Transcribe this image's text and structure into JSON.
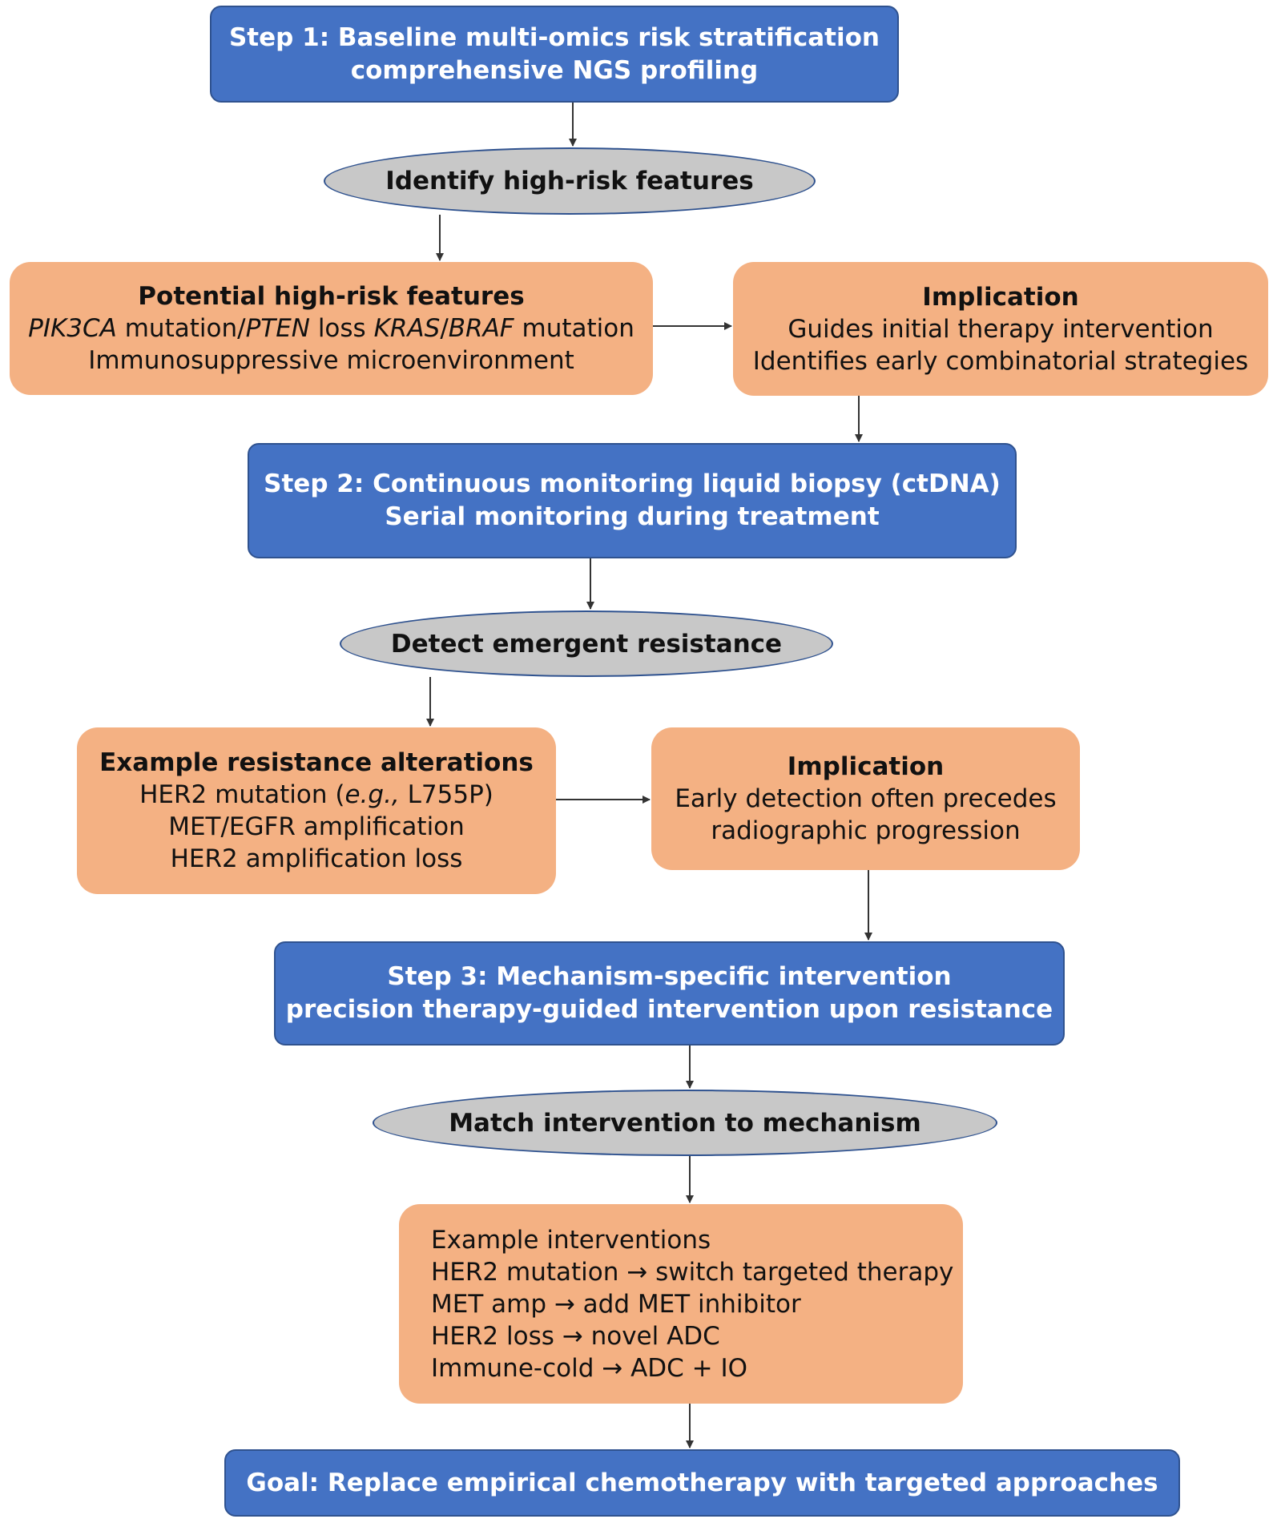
{
  "step1": {
    "line1": "Step 1: Baseline multi-omics risk stratification",
    "line2": "comprehensive NGS profiling"
  },
  "oval1": "Identify high-risk features",
  "features": {
    "title": "Potential high-risk features",
    "gene1": "PIK3CA",
    "t1": " mutation/",
    "gene2": "PTEN",
    "t2": " loss ",
    "gene3": "KRAS",
    "t3": "/",
    "gene4": "BRAF",
    "t4": " mutation",
    "line3": "Immunosuppressive microenvironment"
  },
  "implication1": {
    "title": "Implication",
    "line1": "Guides initial therapy intervention",
    "line2": "Identifies early combinatorial strategies"
  },
  "step2": {
    "line1": "Step 2: Continuous monitoring liquid biopsy (ctDNA)",
    "line2": "Serial monitoring during treatment"
  },
  "oval2": "Detect emergent resistance",
  "resistance": {
    "title": "Example resistance alterations",
    "line1a": "HER2 mutation (",
    "line1b": "e.g.,",
    "line1c": " L755P)",
    "line2": "MET/EGFR amplification",
    "line3": "HER2 amplification loss"
  },
  "implication2": {
    "title": "Implication",
    "line1": "Early detection often precedes",
    "line2": "radiographic progression"
  },
  "step3": {
    "line1": "Step 3: Mechanism-specific intervention",
    "line2": "precision therapy-guided intervention upon resistance"
  },
  "oval3": "Match intervention to mechanism",
  "interventions": {
    "title": "Example interventions",
    "items": [
      "HER2 mutation → switch targeted therapy",
      "MET amp → add MET inhibitor",
      "HER2 loss → novel ADC",
      "Immune-cold → ADC + IO"
    ]
  },
  "goal": "Goal: Replace empirical chemotherapy with targeted approaches",
  "colors": {
    "step_fill": "#4472c4",
    "step_border": "#2f528f",
    "oval_fill": "#c8c8c8",
    "detail_fill": "#f4b183",
    "arrow": "#333333"
  }
}
